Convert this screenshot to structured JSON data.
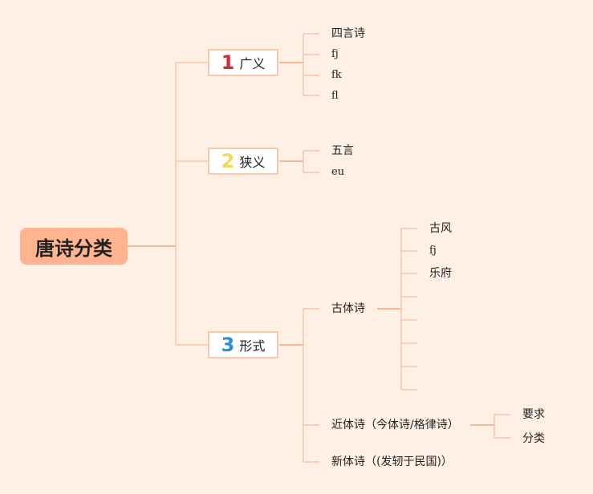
{
  "root": {
    "label": "唐诗分类"
  },
  "branches": [
    {
      "number": "1",
      "label": "广义",
      "children": [
        "四言诗",
        "fj",
        "fk",
        "fl"
      ]
    },
    {
      "number": "2",
      "label": "狭义",
      "children": [
        "五言",
        "eu"
      ]
    },
    {
      "number": "3",
      "label": "形式",
      "children": [
        {
          "label": "古体诗",
          "children": [
            "古风",
            "fj",
            "乐府",
            "",
            "",
            "",
            "",
            ""
          ]
        },
        {
          "label": "近体诗（今体诗/格律诗）",
          "children": [
            "要求",
            "分类"
          ]
        },
        {
          "label": "新体诗（(发轫于民国)）"
        }
      ]
    }
  ],
  "colors": {
    "line": "#f4a582",
    "node_border": "#f7c8ad",
    "root_fill": "#ffb48f",
    "background": "#fff0e6"
  }
}
